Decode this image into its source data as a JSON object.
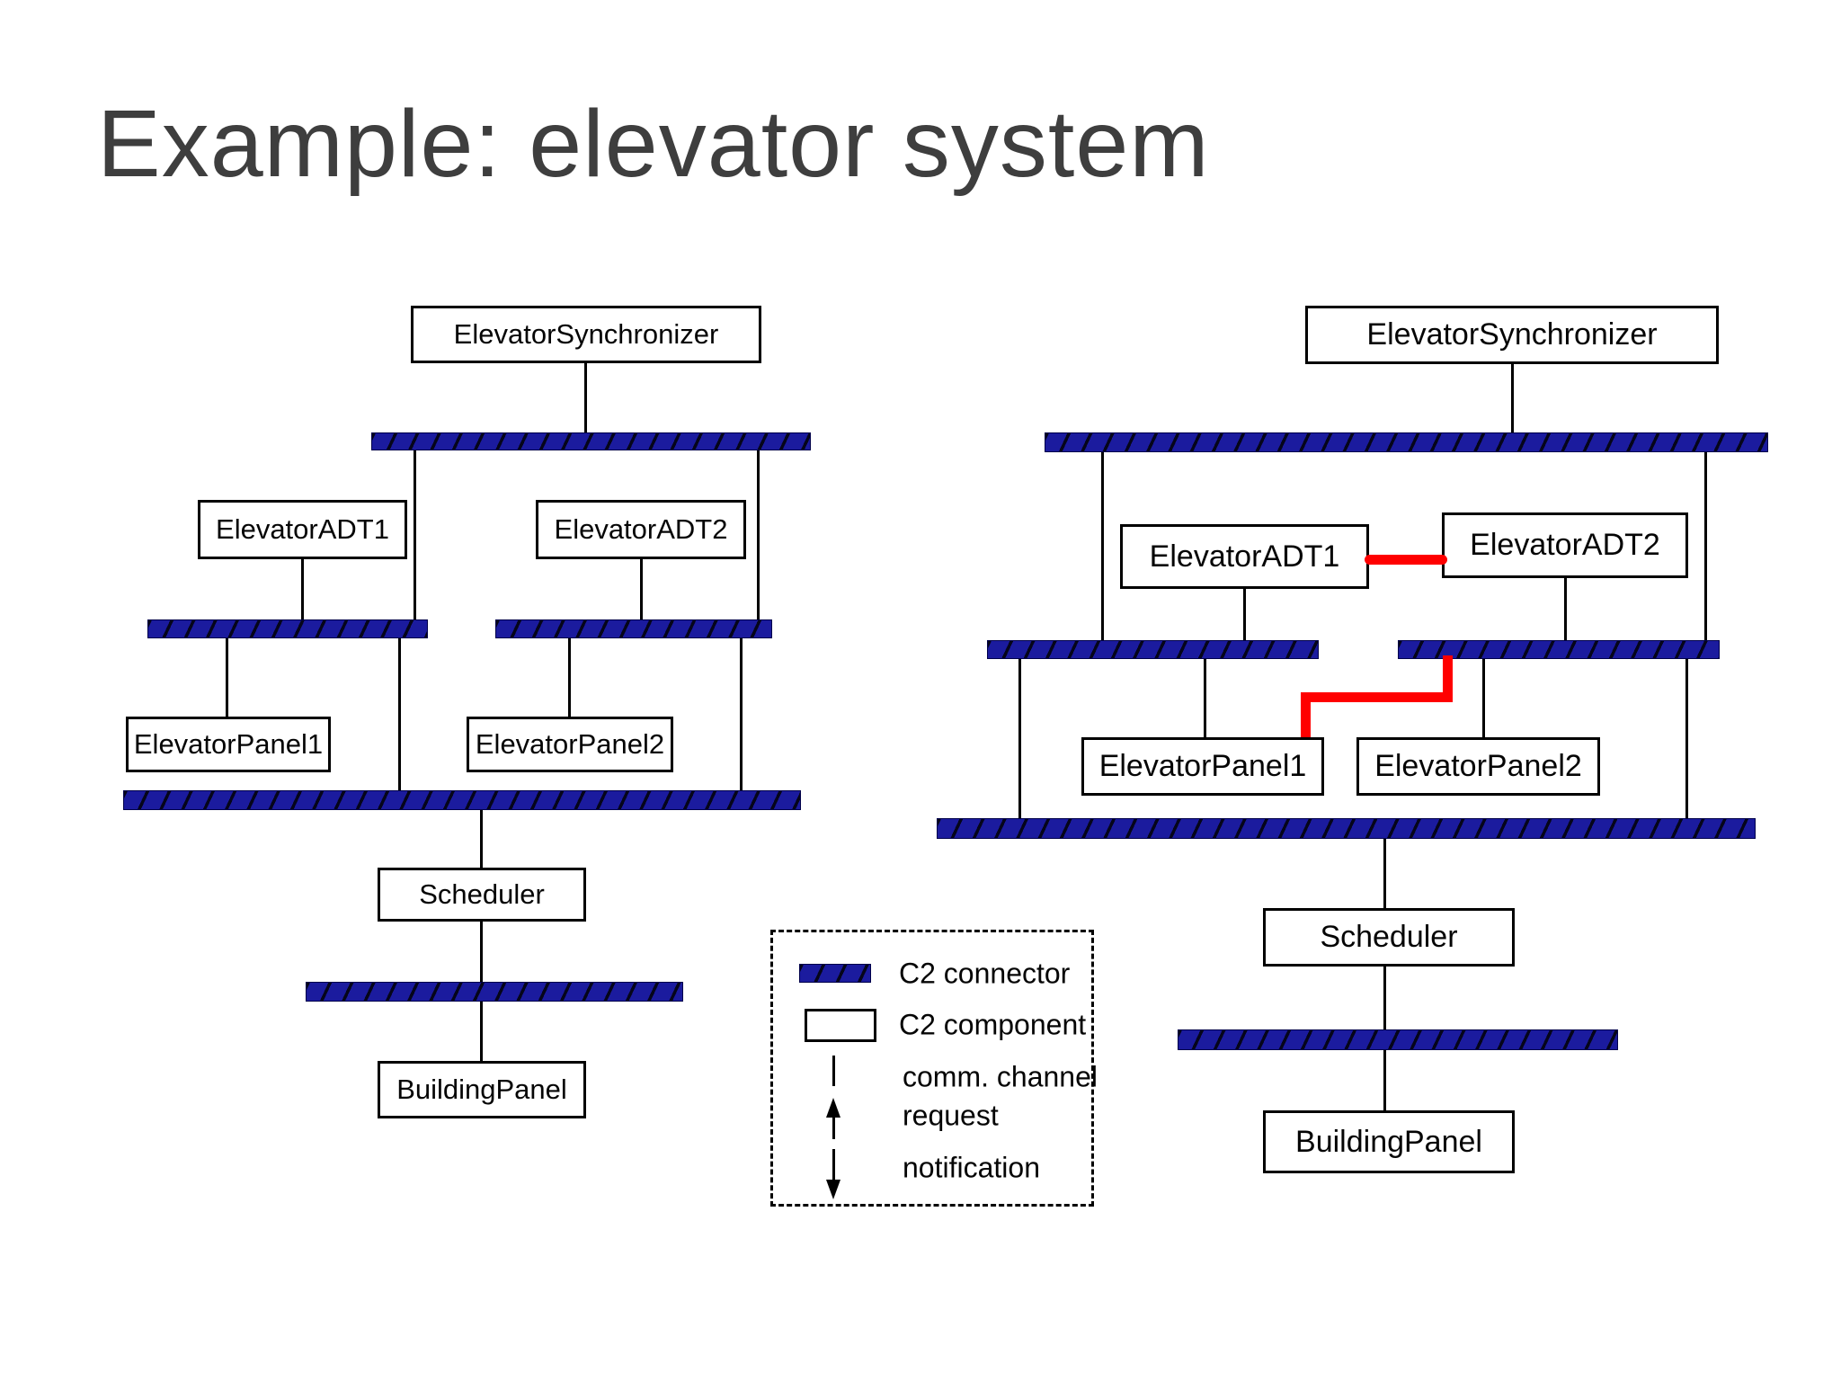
{
  "slide": {
    "title": "Example: elevator system"
  },
  "colors": {
    "bg": "#ffffff",
    "title_color": "#3e3e3e",
    "connector_fill": "#1b1b9e",
    "connector_hatch": "#05051a",
    "highlight": "#ff0000",
    "line": "#000000"
  },
  "left_diagram": {
    "synchronizer": "ElevatorSynchronizer",
    "adt1": "ElevatorADT1",
    "adt2": "ElevatorADT2",
    "panel1": "ElevatorPanel1",
    "panel2": "ElevatorPanel2",
    "scheduler": "Scheduler",
    "building_panel": "BuildingPanel"
  },
  "right_diagram": {
    "synchronizer": "ElevatorSynchronizer",
    "adt1": "ElevatorADT1",
    "adt2": "ElevatorADT2",
    "panel1": "ElevatorPanel1",
    "panel2": "ElevatorPanel2",
    "scheduler": "Scheduler",
    "building_panel": "BuildingPanel"
  },
  "legend": {
    "connector_label": "C2 connector",
    "component_label": "C2 component",
    "channel_label": "comm. channel",
    "request_label": "request",
    "notification_label": "notification"
  }
}
